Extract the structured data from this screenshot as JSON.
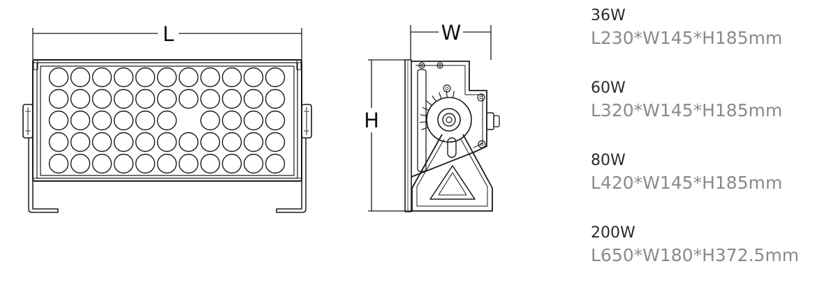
{
  "drawing": {
    "front_view": {
      "dimension_label": "L"
    },
    "side_view": {
      "width_label": "W",
      "height_label": "H"
    }
  },
  "specs": [
    {
      "power": "36W",
      "dimensions": "L230*W145*H185mm"
    },
    {
      "power": "60W",
      "dimensions": "L320*W145*H185mm"
    },
    {
      "power": "80W",
      "dimensions": "L420*W145*H185mm"
    },
    {
      "power": "200W",
      "dimensions": "L650*W180*H372.5mm"
    }
  ],
  "colors": {
    "line": "#1a1a1a",
    "power_text": "#2a2a2a",
    "dimension_text": "#8a8a8a"
  }
}
